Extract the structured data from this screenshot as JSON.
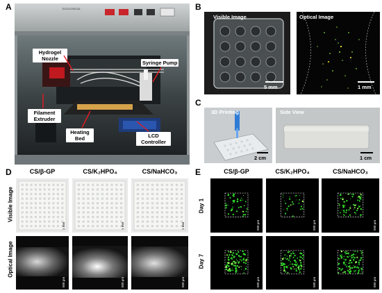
{
  "panels": {
    "A": {
      "letter": "A",
      "device_brand": "ECOLOGICAL",
      "labels": {
        "hydrogel": "Hydrogel\nNozzle",
        "syringe": "Syringe Pump",
        "filament": "Filament\nExtruder",
        "heating": "Heating\nBed",
        "lcd": "LCD\nController"
      }
    },
    "B": {
      "letter": "B",
      "visible_label": "Visible Image",
      "visible_scale": "5 mm",
      "optical_label": "Optical Image",
      "optical_scale": "1 mm"
    },
    "C": {
      "letter": "C",
      "printing_label": "3D Printing",
      "printing_scale": "2 cm",
      "side_label": "Side View",
      "side_scale": "1 cm"
    },
    "D": {
      "letter": "D",
      "columns": [
        "CS/β-GP",
        "CS/K₂HPO₄",
        "CS/NaHCO₃"
      ],
      "row_visible": "Visible Image",
      "row_optical": "Optical Image",
      "scale_visible": "1 mm",
      "scale_optical": "500 μm"
    },
    "E": {
      "letter": "E",
      "columns": [
        "CS/β-GP",
        "CS/K₂HPO₄",
        "CS/NaHCO₃"
      ],
      "row_day1": "Day 1",
      "row_day7": "Day 7",
      "scale": "500 μm"
    }
  }
}
